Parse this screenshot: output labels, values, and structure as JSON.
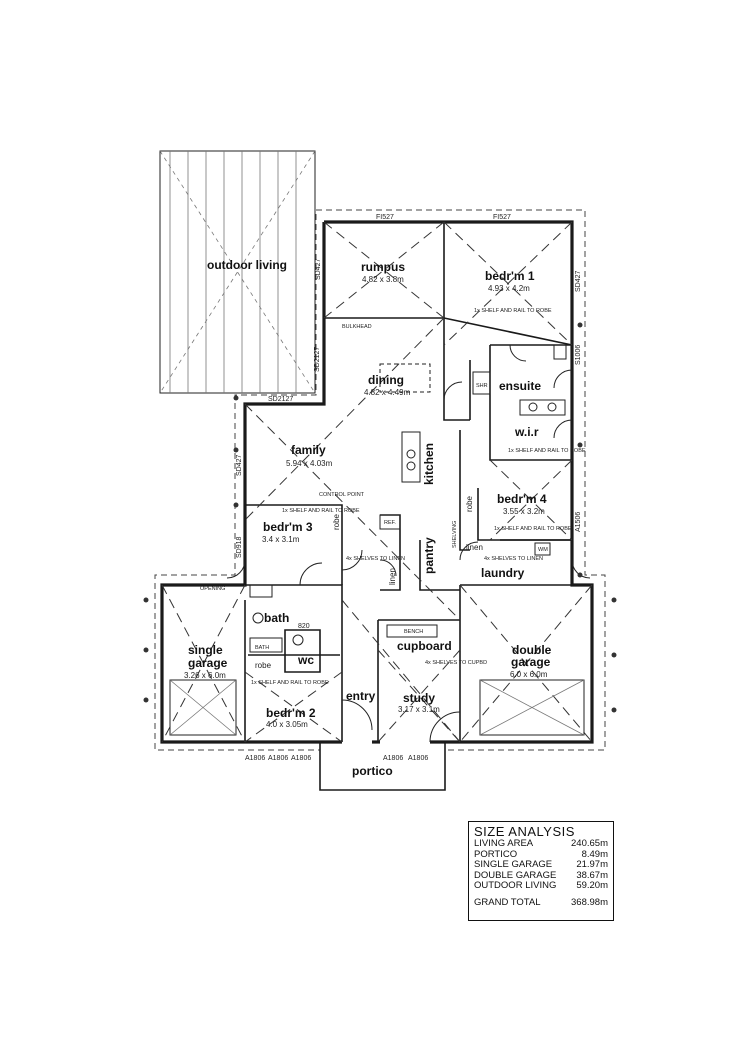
{
  "rooms": {
    "outdoor_living": "outdoor living",
    "rumpus": "rumpus",
    "rumpus_size": "4.82 x 3.8m",
    "bedroom1": "bedr'm 1",
    "bedroom1_size": "4.93 x 4.2m",
    "dining": "dining",
    "dining_size": "4.82 x 4.49m",
    "ensuite": "ensuite",
    "wir": "w.i.r",
    "family": "family",
    "family_size": "5.94 x 4.03m",
    "kitchen": "kitchen",
    "bedroom4": "bedr'm 4",
    "bedroom4_size": "3.55 x 3.2m",
    "bedroom3": "bedr'm 3",
    "bedroom3_size": "3.4 x 3.1m",
    "pantry": "pantry",
    "laundry": "laundry",
    "linen": "linen",
    "linen2": "linen",
    "single_garage": "single garage",
    "single_garage_size": "3.26 x 6.0m",
    "bath": "bath",
    "wc": "wc",
    "double_garage": "double garage",
    "double_garage_size": "6.0 x 6.0m",
    "cupboard": "cupboard",
    "bedroom2": "bedr'm 2",
    "bedroom2_size": "4.0 x 3.05m",
    "entry": "entry",
    "study": "study",
    "study_size": "3.17 x 3.1m",
    "portico": "portico",
    "robe_a": "robe",
    "robe_b": "robe",
    "robe_c": "robe",
    "shelving": "SHELVING"
  },
  "notes": {
    "opening": "OPENING",
    "bath_fixture": "BATH",
    "shr": "SHR",
    "ref": "REF.",
    "wm": "WM",
    "bench": "BENCH",
    "robe_shelf_1": "1x SHELF AND RAIL TO ROBE",
    "robe_shelf_2": "1x SHELF AND RAIL TO ROBE",
    "robe_shelf_3": "1x SHELF AND RAIL TO ROBE",
    "robe_shelf_4": "1x SHELF AND RAIL TO ROBE",
    "robe_shelf_5": "1x SHELF AND RAIL TO ROBE",
    "shelves_linen_1": "4x SHELVES TO LINEN",
    "shelves_linen_2": "4x SHELVES TO LINEN",
    "shelves_cupbd": "4x SHELVES TO CUPBD",
    "control_point": "CONTROL POINT",
    "bulkhead": "BULKHEAD"
  },
  "windows": {
    "top_left": "FI527",
    "top_right": "FI527",
    "rumpus_side": "SD2127",
    "family_top": "SD2127",
    "family_side": "SD427",
    "outdoor_side": "SD427",
    "bed1_side": "SD427",
    "bed3_side": "SD918",
    "bed4_side": "A1506",
    "ensuite_side": "S1006",
    "front_1": "A1806",
    "front_2": "A1806",
    "front_3": "A1806",
    "front_4": "A1806",
    "front_5": "A1806",
    "door_820": "820"
  },
  "size_analysis": {
    "title": "SIZE ANALYSIS",
    "rows": [
      {
        "label": "LIVING AREA",
        "value": "240.65m"
      },
      {
        "label": "PORTICO",
        "value": "8.49m"
      },
      {
        "label": "SINGLE GARAGE",
        "value": "21.97m"
      },
      {
        "label": "DOUBLE GARAGE",
        "value": "38.67m"
      },
      {
        "label": "OUTDOOR LIVING",
        "value": "59.20m"
      }
    ],
    "total_label": "GRAND TOTAL",
    "total_value": "368.98m"
  }
}
